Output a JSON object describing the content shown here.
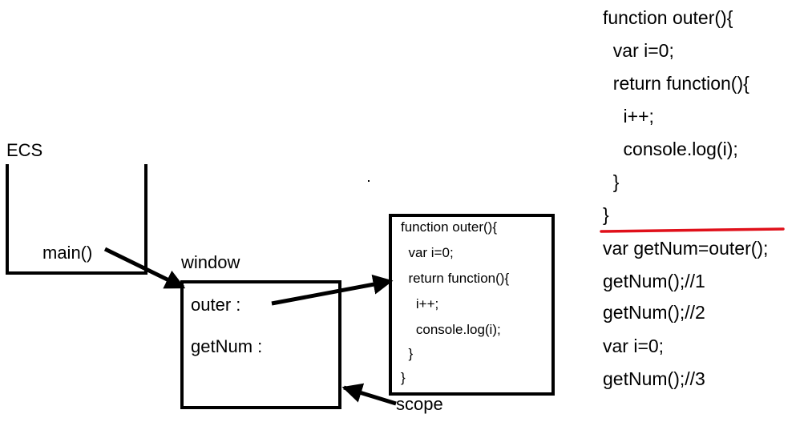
{
  "stack": {
    "title": "ECS",
    "entry": "main()"
  },
  "window_object": {
    "title": "window",
    "props": [
      "outer :",
      "getNum :"
    ]
  },
  "function_box": {
    "lines": [
      "function outer(){",
      "  var i=0;",
      "  return function(){",
      "    i++;",
      "    console.log(i);",
      "  }",
      "}"
    ],
    "scope_label": "scope"
  },
  "source_code": {
    "definition": [
      "function outer(){",
      "  var i=0;",
      "  return function(){",
      "    i++;",
      "    console.log(i);",
      "  }",
      "}"
    ],
    "calls": [
      "var getNum=outer();",
      "getNum();//1",
      "getNum();//2",
      "var i=0;",
      "getNum();//3"
    ],
    "divider_color": "#e0101a"
  }
}
